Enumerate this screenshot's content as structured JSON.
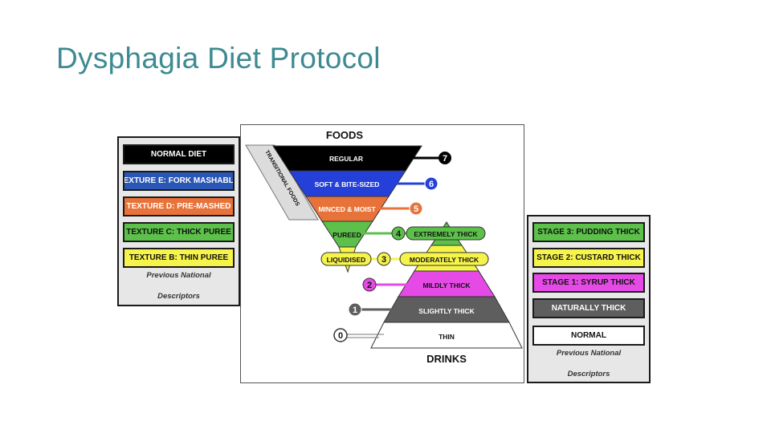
{
  "slide": {
    "title": "Dysphagia Diet Protocol"
  },
  "left_panel": {
    "items": [
      {
        "label": "NORMAL DIET",
        "bg": "#000000",
        "fg": "#ffffff"
      },
      {
        "label": "TEXTURE E: FORK MASHABLE",
        "bg": "#2a56b5",
        "fg": "#ffffff"
      },
      {
        "label": "TEXTURE D: PRE-MASHED",
        "bg": "#e8733a",
        "fg": "#ffffff"
      },
      {
        "label": "TEXTURE C: THICK PUREE",
        "bg": "#5cc04a",
        "fg": "#111111"
      },
      {
        "label": "TEXTURE B: THIN PUREE",
        "bg": "#f6f44a",
        "fg": "#111111"
      }
    ],
    "caption_line1": "Previous National",
    "caption_line2": "Descriptors"
  },
  "right_panel": {
    "items": [
      {
        "label": "STAGE 3: PUDDING THICK",
        "bg": "#5cc04a",
        "fg": "#111111"
      },
      {
        "label": "STAGE 2: CUSTARD THICK",
        "bg": "#f6f44a",
        "fg": "#111111"
      },
      {
        "label": "STAGE 1: SYRUP THICK",
        "bg": "#e64ae6",
        "fg": "#111111"
      },
      {
        "label": "NATURALLY THICK",
        "bg": "#5e5e5e",
        "fg": "#ffffff"
      },
      {
        "label": "NORMAL",
        "bg": "#ffffff",
        "fg": "#111111"
      }
    ],
    "caption_line1": "Previous National",
    "caption_line2": "Descriptors"
  },
  "diagram": {
    "foods_title": "FOODS",
    "drinks_title": "DRINKS",
    "transitional_label": "TRANSITIONAL FOODS",
    "food_levels": [
      {
        "label": "REGULAR",
        "number": "7",
        "color": "#000000"
      },
      {
        "label": "SOFT & BITE-SIZED",
        "number": "6",
        "color": "#2540d9"
      },
      {
        "label": "MINCED & MOIST",
        "number": "5",
        "color": "#e8733a"
      },
      {
        "label": "PUREED",
        "number": "4",
        "color": "#5cc04a"
      },
      {
        "label": "LIQUIDISED",
        "number": "3",
        "color": "#f6f44a"
      }
    ],
    "drink_levels": [
      {
        "label": "EXTREMELY THICK",
        "number": "4",
        "color": "#5cc04a"
      },
      {
        "label": "MODERATELY THICK",
        "number": "3",
        "color": "#f6f44a"
      },
      {
        "label": "MILDLY THICK",
        "number": "2",
        "color": "#e64ae6"
      },
      {
        "label": "SLIGHTLY THICK",
        "number": "1",
        "color": "#5e5e5e"
      },
      {
        "label": "THIN",
        "number": "0",
        "color": "#ffffff"
      }
    ]
  }
}
